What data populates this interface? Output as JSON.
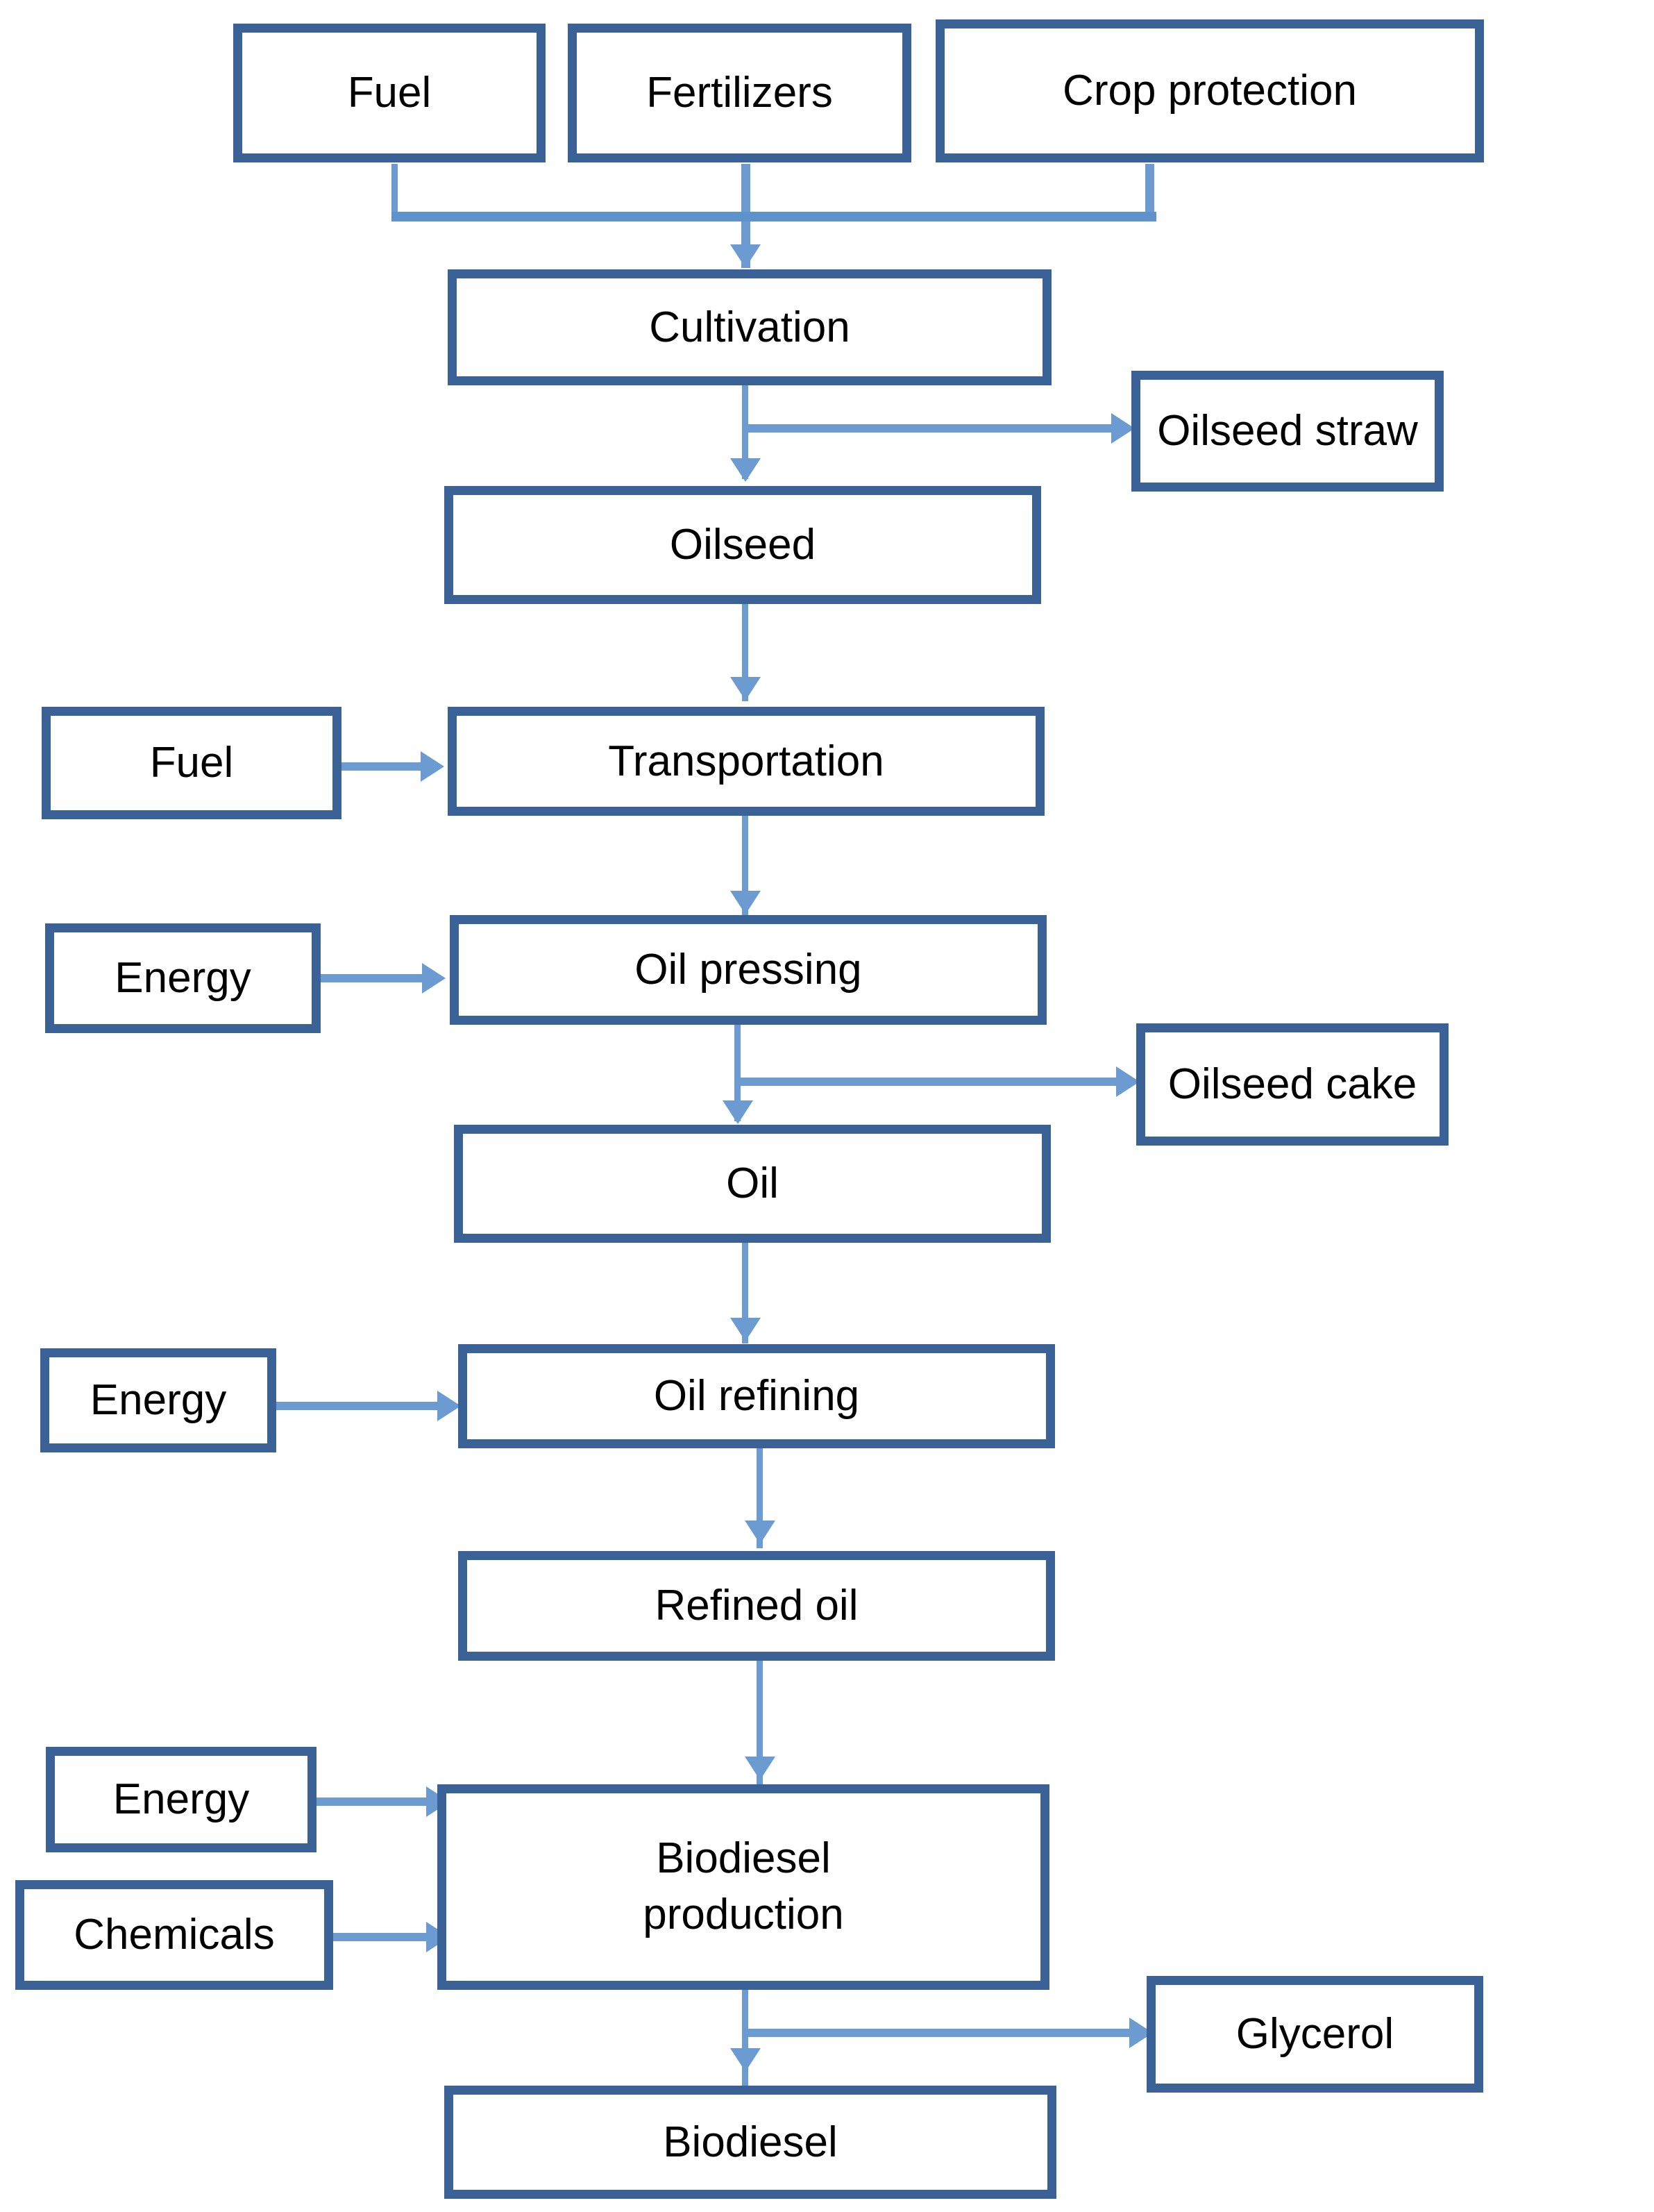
{
  "diagram": {
    "title": "Biodiesel production life cycle flow diagram",
    "accent_color": "#3A6296",
    "connector_color": "#6C9BD2",
    "background_color": "#FFFFFF",
    "text_color": "#000000"
  },
  "nodes": {
    "fuel_top": {
      "label": "Fuel",
      "role": "input"
    },
    "fertilizers": {
      "label": "Fertilizers",
      "role": "input"
    },
    "crop_protection": {
      "label": "Crop protection",
      "role": "input"
    },
    "cultivation": {
      "label": "Cultivation",
      "role": "process"
    },
    "oilseed_straw": {
      "label": "Oilseed straw",
      "role": "co-product"
    },
    "oilseed": {
      "label": "Oilseed",
      "role": "material"
    },
    "fuel_transport": {
      "label": "Fuel",
      "role": "input"
    },
    "transportation": {
      "label": "Transportation",
      "role": "process"
    },
    "energy_pressing": {
      "label": "Energy",
      "role": "input"
    },
    "oil_pressing": {
      "label": "Oil pressing",
      "role": "process"
    },
    "oilseed_cake": {
      "label": "Oilseed cake",
      "role": "co-product"
    },
    "oil": {
      "label": "Oil",
      "role": "material"
    },
    "energy_refining": {
      "label": "Energy",
      "role": "input"
    },
    "oil_refining": {
      "label": "Oil refining",
      "role": "process"
    },
    "refined_oil": {
      "label": "Refined oil",
      "role": "material"
    },
    "energy_biodiesel": {
      "label": "Energy",
      "role": "input"
    },
    "chemicals": {
      "label": "Chemicals",
      "role": "input"
    },
    "biodiesel_production": {
      "label": "Biodiesel\nproduction",
      "role": "process"
    },
    "glycerol": {
      "label": "Glycerol",
      "role": "co-product"
    },
    "biodiesel": {
      "label": "Biodiesel",
      "role": "product"
    }
  },
  "flow": {
    "edges": [
      {
        "from": "fuel_top",
        "to": "cultivation",
        "type": "merge-down"
      },
      {
        "from": "fertilizers",
        "to": "cultivation",
        "type": "merge-down"
      },
      {
        "from": "crop_protection",
        "to": "cultivation",
        "type": "merge-down"
      },
      {
        "from": "cultivation",
        "to": "oilseed",
        "type": "down"
      },
      {
        "from": "cultivation",
        "to": "oilseed_straw",
        "type": "branch-right"
      },
      {
        "from": "oilseed",
        "to": "transportation",
        "type": "down"
      },
      {
        "from": "fuel_transport",
        "to": "transportation",
        "type": "right"
      },
      {
        "from": "transportation",
        "to": "oil_pressing",
        "type": "down"
      },
      {
        "from": "energy_pressing",
        "to": "oil_pressing",
        "type": "right"
      },
      {
        "from": "oil_pressing",
        "to": "oil",
        "type": "down"
      },
      {
        "from": "oil_pressing",
        "to": "oilseed_cake",
        "type": "branch-right"
      },
      {
        "from": "oil",
        "to": "oil_refining",
        "type": "down"
      },
      {
        "from": "energy_refining",
        "to": "oil_refining",
        "type": "right"
      },
      {
        "from": "oil_refining",
        "to": "refined_oil",
        "type": "down"
      },
      {
        "from": "refined_oil",
        "to": "biodiesel_production",
        "type": "down"
      },
      {
        "from": "energy_biodiesel",
        "to": "biodiesel_production",
        "type": "right"
      },
      {
        "from": "chemicals",
        "to": "biodiesel_production",
        "type": "right"
      },
      {
        "from": "biodiesel_production",
        "to": "biodiesel",
        "type": "down"
      },
      {
        "from": "biodiesel_production",
        "to": "glycerol",
        "type": "branch-right"
      }
    ]
  }
}
